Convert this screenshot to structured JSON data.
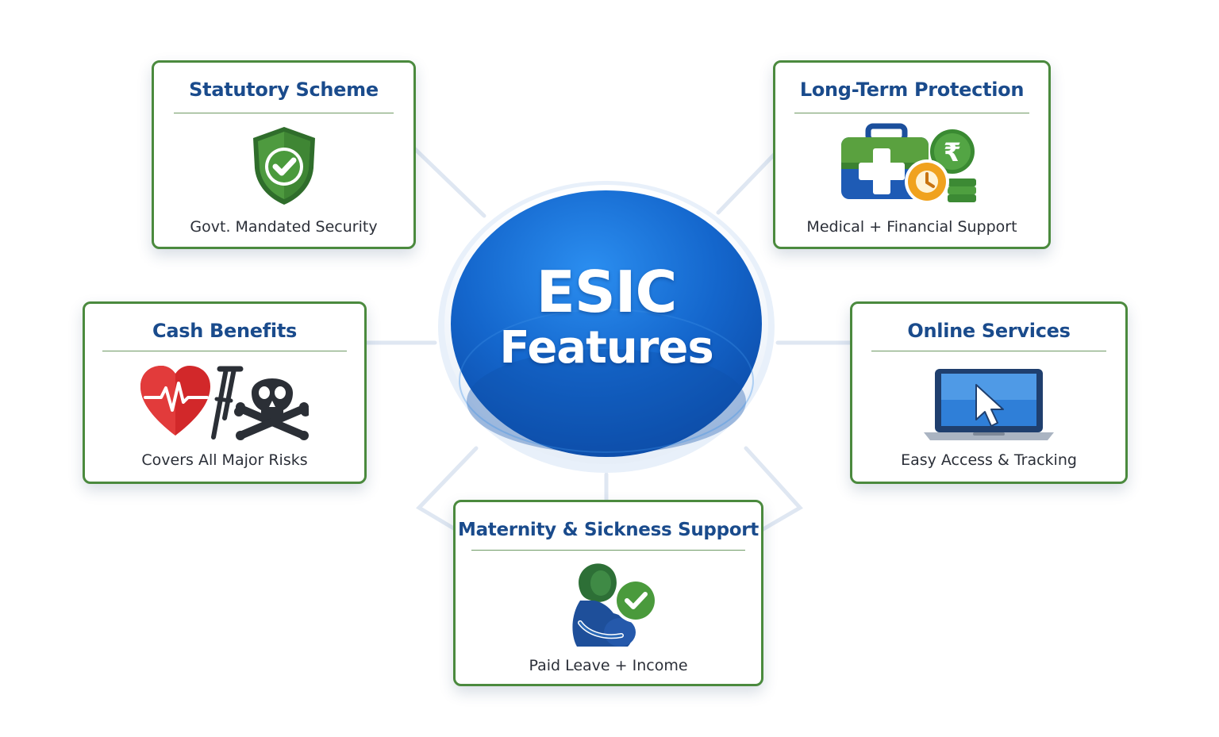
{
  "center": {
    "line1": "ESIC",
    "line2": "Features"
  },
  "cards": {
    "statutory": {
      "title": "Statutory Scheme",
      "caption": "Govt. Mandated Security",
      "icon": "shield-check-icon"
    },
    "longterm": {
      "title": "Long-Term Protection",
      "caption": "Medical + Financial Support",
      "icon": "medical-kit-rupee-icon"
    },
    "cash": {
      "title": "Cash Benefits",
      "caption": "Covers All Major Risks",
      "icon": "heart-crutch-skull-icon"
    },
    "online": {
      "title": "Online Services",
      "caption": "Easy Access & Tracking",
      "icon": "laptop-cursor-icon"
    },
    "maternity": {
      "title": "Maternity & Sickness Support",
      "caption": "Paid Leave + Income",
      "icon": "pregnant-woman-check-icon"
    }
  },
  "colors": {
    "title_blue": "#1a4b8c",
    "card_border_green": "#4b8a3e",
    "circle_blue": "#1560c8",
    "connector": "#dde6f2"
  }
}
